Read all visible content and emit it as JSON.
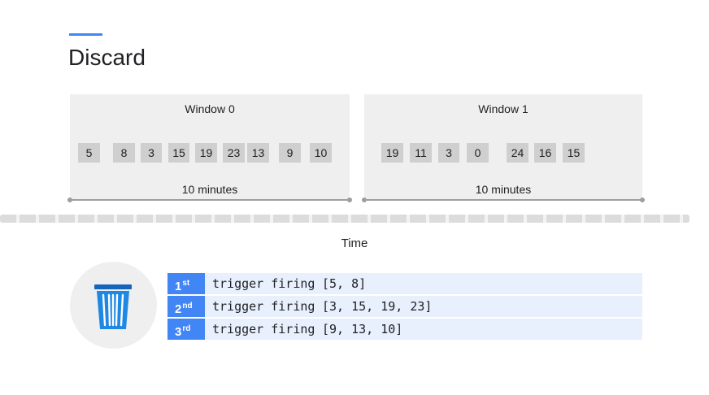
{
  "title": "Discard",
  "windows": [
    {
      "label": "Window 0",
      "duration": "10 minutes",
      "values": [
        "5",
        "8",
        "3",
        "15",
        "19",
        "23",
        "13",
        "9",
        "10"
      ]
    },
    {
      "label": "Window 1",
      "duration": "10 minutes",
      "values": [
        "19",
        "11",
        "3",
        "0",
        "24",
        "16",
        "15"
      ]
    }
  ],
  "time_label": "Time",
  "icon": "trash-can-icon",
  "colors": {
    "accent": "#4285f4",
    "row_background": "#e8f0fe",
    "panel": "#efefef"
  },
  "firings": [
    {
      "ordinal": "1",
      "suffix": "st",
      "label": "trigger firing",
      "values": "[5, 8]"
    },
    {
      "ordinal": "2",
      "suffix": "nd",
      "label": "trigger firing",
      "values": "[3, 15, 19, 23]"
    },
    {
      "ordinal": "3",
      "suffix": "rd",
      "label": "trigger firing",
      "values": "[9, 13, 10]"
    }
  ]
}
